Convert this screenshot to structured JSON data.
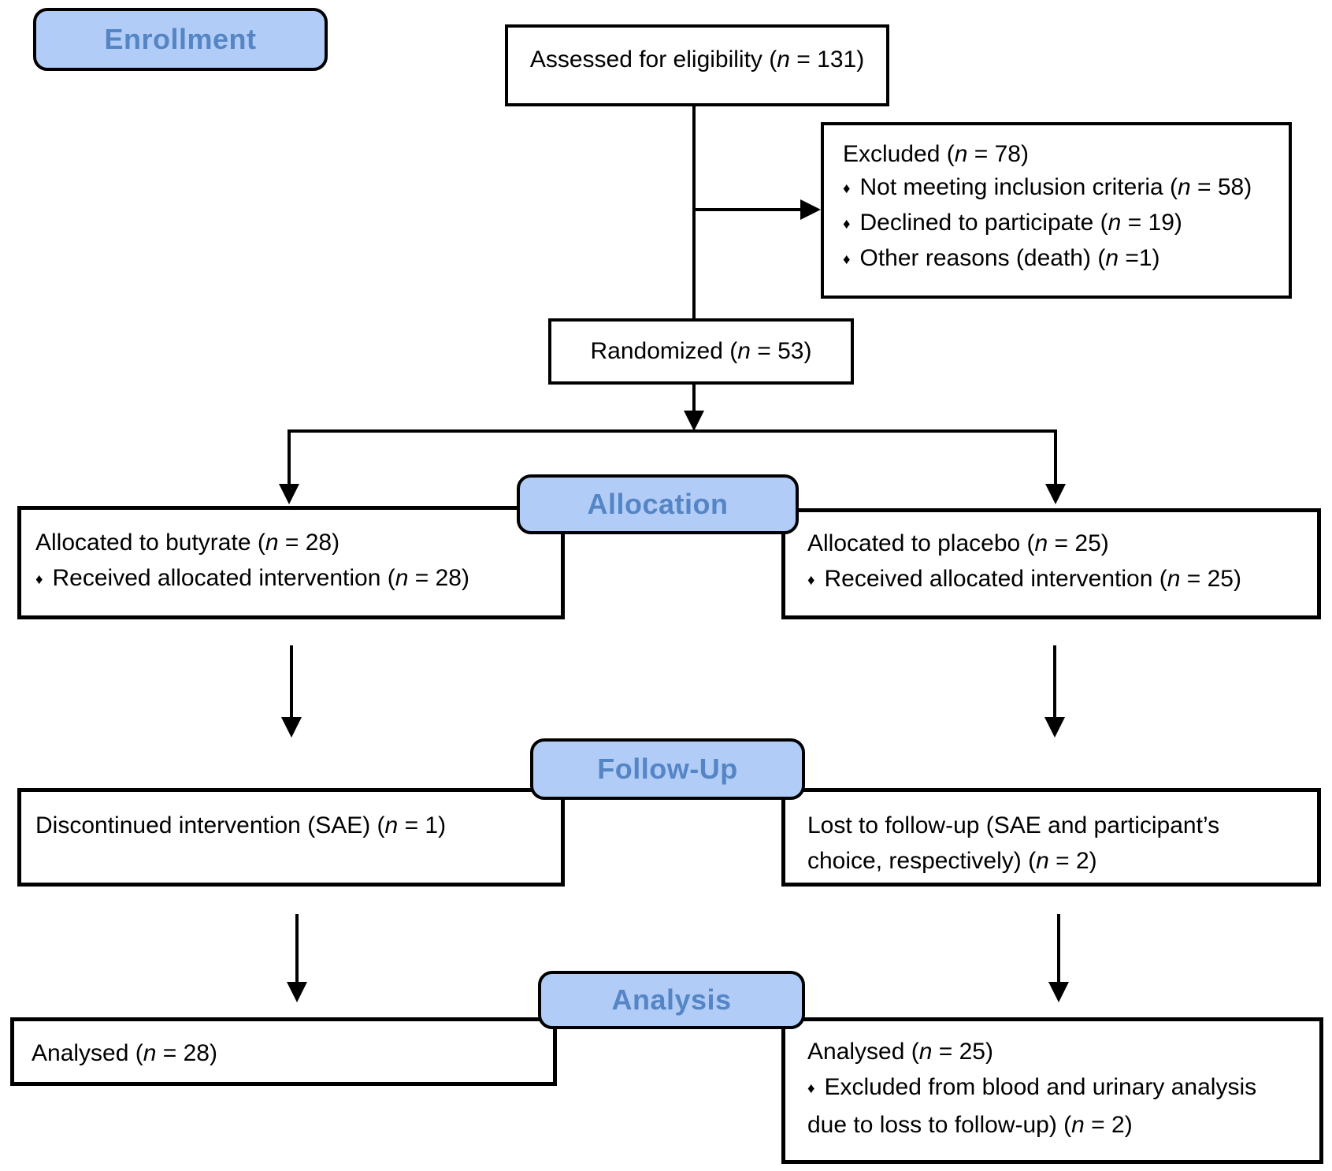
{
  "palette": {
    "background": "#FFFFFF",
    "line_color": "#000000",
    "badge_fill": "#B1CCF7",
    "badge_text": "#5585C4",
    "body_text": "#000000"
  },
  "badges": {
    "enrollment": {
      "label": "Enrollment"
    },
    "allocation": {
      "label": "Allocation"
    },
    "followup": {
      "label": "Follow-Up"
    },
    "analysis": {
      "label": "Analysis"
    }
  },
  "boxes": {
    "assessed": {
      "lines": [
        [
          "Assessed for eligibility (",
          "i:n",
          " = 131)"
        ]
      ]
    },
    "excluded": {
      "lines": [
        [
          "Excluded (",
          "i:n",
          " = 78)"
        ],
        [
          "d:♦",
          "Not meeting inclusion criteria (",
          "i:n",
          " = 58)"
        ],
        [
          "d:♦",
          "Declined to participate (",
          "i:n",
          " = 19)"
        ],
        [
          "d:♦",
          "Other reasons (death) (",
          "i:n",
          " =1)"
        ]
      ]
    },
    "randomized": {
      "lines": [
        [
          "Randomized (",
          "i:n",
          " = 53)"
        ]
      ]
    },
    "alloc_butyrate": {
      "lines": [
        [
          "Allocated to butyrate (",
          "i:n",
          " = 28)"
        ],
        [
          "d:♦",
          "Received allocated intervention (",
          "i:n",
          " = 28)"
        ]
      ]
    },
    "alloc_placebo": {
      "lines": [
        [
          "Allocated to placebo (",
          "i:n",
          " = 25)"
        ],
        [
          "d:♦",
          "Received allocated intervention (",
          "i:n",
          " = 25)"
        ]
      ]
    },
    "followup_butyrate": {
      "lines": [
        [
          "Discontinued intervention (SAE) (",
          "i:n",
          " = 1)"
        ]
      ]
    },
    "followup_placebo": {
      "lines": [
        [
          "Lost to follow-up (SAE and participant’s"
        ],
        [
          "choice, respectively) (",
          "i:n",
          " = 2)"
        ]
      ]
    },
    "analysis_butyrate": {
      "lines": [
        [
          "Analysed (",
          "i:n",
          " = 28)"
        ]
      ]
    },
    "analysis_placebo": {
      "lines": [
        [
          "Analysed (",
          "i:n",
          " = 25)"
        ],
        [
          "d:♦",
          "Excluded from blood and urinary analysis"
        ],
        [
          "due to loss to follow-up) (",
          "i:n",
          " = 2)"
        ]
      ]
    }
  }
}
